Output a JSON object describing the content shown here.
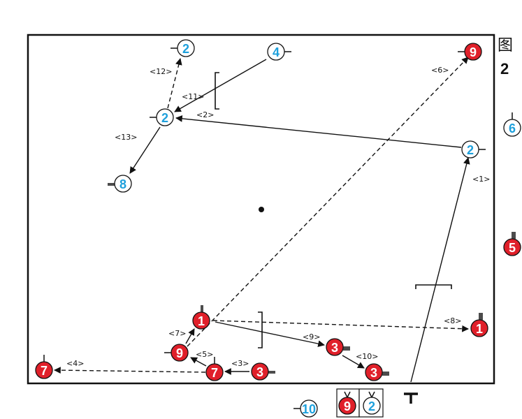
{
  "figure": {
    "title_char": "图",
    "title_num": "2"
  },
  "colors": {
    "red": "#e0202a",
    "blue": "#1ea0dc",
    "stroke": "#111111"
  },
  "players": [
    {
      "id": "b2_top",
      "num": "2",
      "team": "blue"
    },
    {
      "id": "b4",
      "num": "4",
      "team": "blue"
    },
    {
      "id": "b2_mid",
      "num": "2",
      "team": "blue"
    },
    {
      "id": "b8",
      "num": "8",
      "team": "blue"
    },
    {
      "id": "b2_right",
      "num": "2",
      "team": "blue"
    },
    {
      "id": "b6",
      "num": "6",
      "team": "blue"
    },
    {
      "id": "b10",
      "num": "10",
      "team": "blue"
    },
    {
      "id": "b2_box",
      "num": "2",
      "team": "blue"
    },
    {
      "id": "r9_top",
      "num": "9",
      "team": "red"
    },
    {
      "id": "r5",
      "num": "5",
      "team": "red"
    },
    {
      "id": "r1_right",
      "num": "1",
      "team": "red"
    },
    {
      "id": "r1",
      "num": "1",
      "team": "red"
    },
    {
      "id": "r9",
      "num": "9",
      "team": "red"
    },
    {
      "id": "r7_mid",
      "num": "7",
      "team": "red"
    },
    {
      "id": "r3_bottom",
      "num": "3",
      "team": "red"
    },
    {
      "id": "r3_mid",
      "num": "3",
      "team": "red"
    },
    {
      "id": "r3_low",
      "num": "3",
      "team": "red"
    },
    {
      "id": "r7_left",
      "num": "7",
      "team": "red"
    },
    {
      "id": "r9_box",
      "num": "9",
      "team": "red"
    }
  ],
  "moves": [
    {
      "label": "<1>"
    },
    {
      "label": "<2>"
    },
    {
      "label": "<3>"
    },
    {
      "label": "<4>"
    },
    {
      "label": "<5>"
    },
    {
      "label": "<6>"
    },
    {
      "label": "<7>"
    },
    {
      "label": "<8>"
    },
    {
      "label": "<9>"
    },
    {
      "label": "<10>"
    },
    {
      "label": "<11>"
    },
    {
      "label": "<12>"
    },
    {
      "label": "<13>"
    }
  ]
}
